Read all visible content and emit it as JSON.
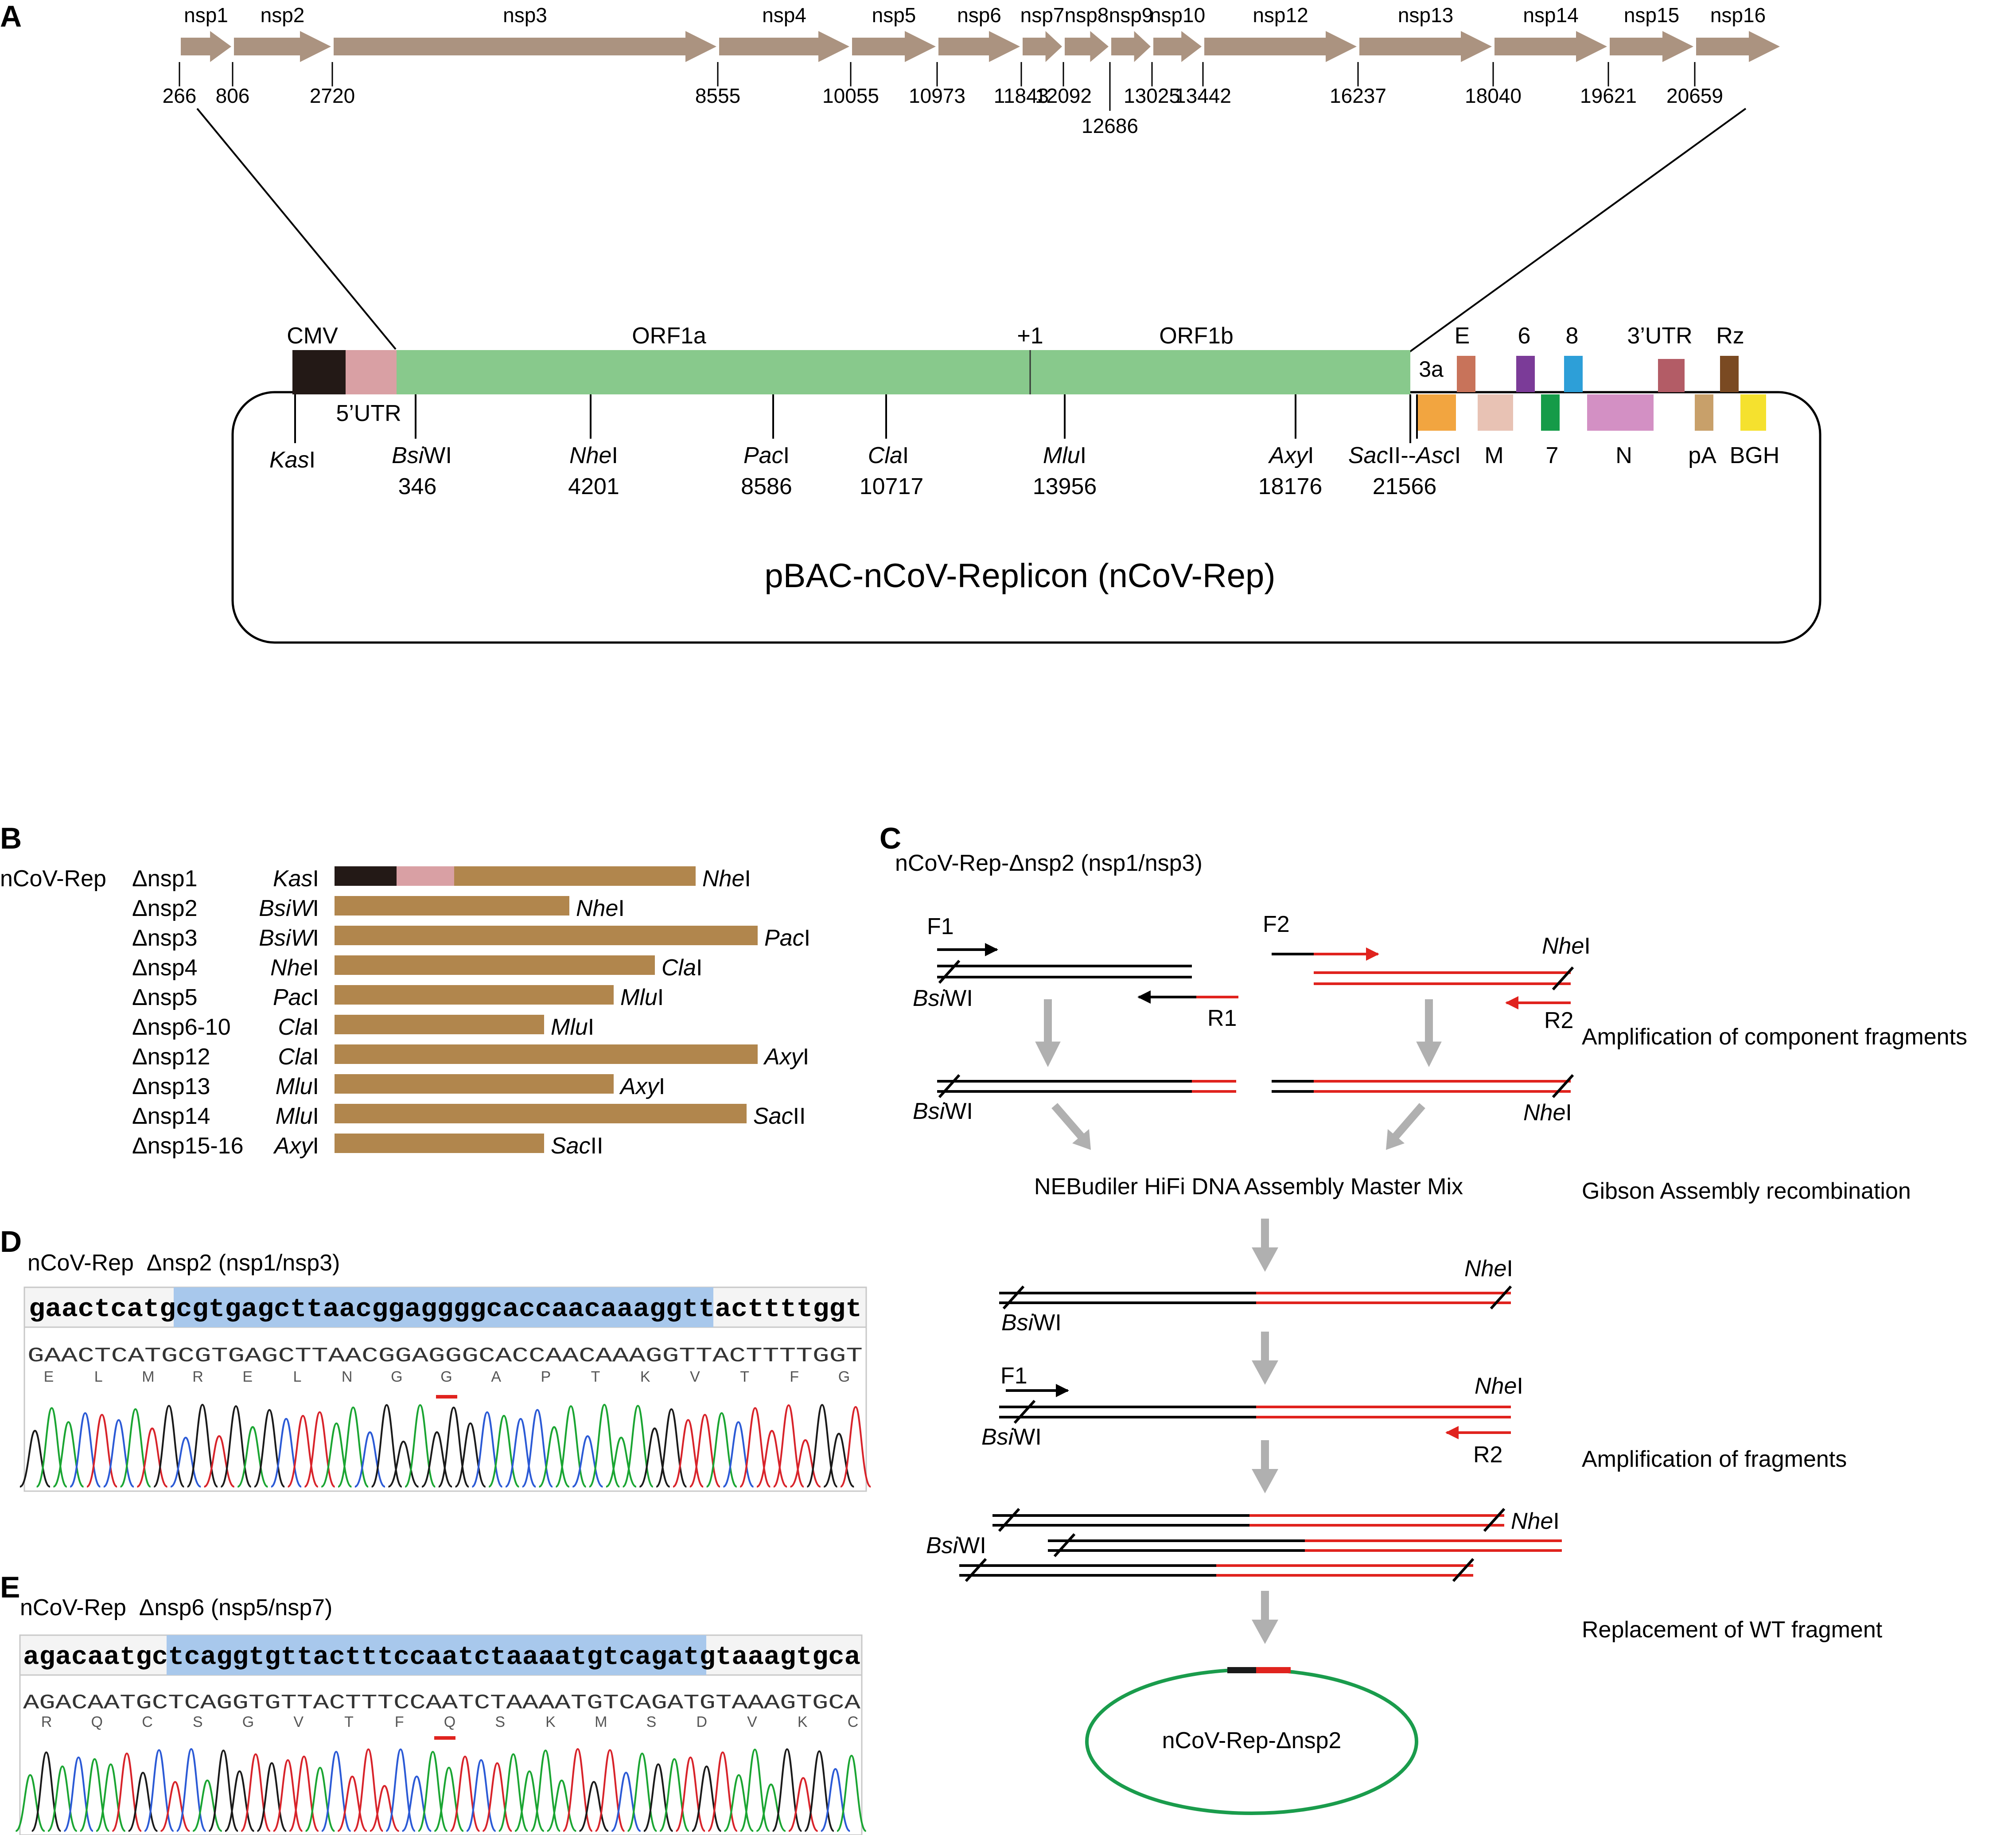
{
  "panels": {
    "A": "A",
    "B": "B",
    "C": "C",
    "D": "D",
    "E": "E"
  },
  "panel_a": {
    "nsp_labels": [
      "nsp1",
      "nsp2",
      "nsp3",
      "nsp4",
      "nsp5",
      "nsp6",
      "nsp7",
      "nsp8",
      "nsp9",
      "nsp10",
      "nsp12",
      "nsp13",
      "nsp14",
      "nsp15",
      "nsp16"
    ],
    "positions": [
      "266",
      "806",
      "2720",
      "8555",
      "10055",
      "10973",
      "11843",
      "12092",
      "12686",
      "13025",
      "13442",
      "16237",
      "18040",
      "19621",
      "20659"
    ],
    "genome": {
      "cmv": "CMV",
      "utr5": "5’UTR",
      "orf1a": "ORF1a",
      "frameshift": "+1",
      "orf1b": "ORF1b",
      "genes_top": [
        "3a",
        "E",
        "6",
        "8",
        "3’UTR",
        "Rz"
      ],
      "genes_bottom": [
        "M",
        "7",
        "N",
        "pA",
        "BGH"
      ]
    },
    "sites": [
      {
        "enzyme": "KasI",
        "position": ""
      },
      {
        "enzyme": "BsiWI",
        "position": "346"
      },
      {
        "enzyme": "NheI",
        "position": "4201"
      },
      {
        "enzyme": "PacI",
        "position": "8586"
      },
      {
        "enzyme": "ClaI",
        "position": "10717"
      },
      {
        "enzyme": "MluI",
        "position": "13956"
      },
      {
        "enzyme": "AxyI",
        "position": "18176"
      },
      {
        "enzyme": "SacII--AscI",
        "position": "21566"
      }
    ],
    "plasmid": "pBAC-nCoV-Replicon (nCoV-Rep)",
    "colors": {
      "nsp": "#ab9380",
      "cmv": "#231916",
      "utr5": "#d9a0a4",
      "orf": "#88c98c",
      "3a": "#f2a540",
      "E": "#c8735a",
      "M": "#e8c2b4",
      "6": "#7b3b98",
      "7": "#159b48",
      "8": "#2d9fd8",
      "N": "#d390c4",
      "3utr": "#b35c66",
      "pA": "#c8a06a",
      "Rz": "#7a4a22",
      "BGH": "#f5e12e"
    }
  },
  "panel_b": {
    "construct": "nCoV-Rep",
    "rows": [
      {
        "name": "Δnsp1",
        "left": "KasI",
        "right": "NheI"
      },
      {
        "name": "Δnsp2",
        "left": "BsiWI",
        "right": "NheI"
      },
      {
        "name": "Δnsp3",
        "left": "BsiWI",
        "right": "PacI"
      },
      {
        "name": "Δnsp4",
        "left": "NheI",
        "right": "ClaI"
      },
      {
        "name": "Δnsp5",
        "left": "PacI",
        "right": "MluI"
      },
      {
        "name": "Δnsp6-10",
        "left": "ClaI",
        "right": "MluI"
      },
      {
        "name": "Δnsp12",
        "left": "ClaI",
        "right": "AxyI"
      },
      {
        "name": "Δnsp13",
        "left": "MluI",
        "right": "AxyI"
      },
      {
        "name": "Δnsp14",
        "left": "MluI",
        "right": "SacII"
      },
      {
        "name": "Δnsp15-16",
        "left": "AxyI",
        "right": "SacII"
      }
    ],
    "bar_color": "#b1864d"
  },
  "panel_c": {
    "title": "nCoV-Rep-Δnsp2 (nsp1/nsp3)",
    "primers": [
      "F1",
      "F2",
      "R1",
      "R2"
    ],
    "sites": [
      "BsiWI",
      "NheI"
    ],
    "mix": "NEBudiler HiFi DNA Assembly Master Mix",
    "steps": [
      "Amplification of component fragments",
      "Gibson Assembly recombination",
      "Amplification of fragments",
      "Replacement of WT fragment"
    ],
    "plasmid": "nCoV-Rep-Δnsp2"
  },
  "panel_d": {
    "title": "nCoV-Rep  Δnsp2 (nsp1/nsp3)",
    "seq_left": "gaactcatg",
    "seq_mid": "cgtgagcttaacggaggggcaccaacaaaggtt",
    "seq_right": "acttttggt",
    "read": "GAACTCATGCGTGAGCTTAACGGAGGGCACCAACAAAGGTTACTTTTGGT",
    "aa": [
      "E",
      "L",
      "M",
      "R",
      "E",
      "L",
      "N",
      "G",
      "G",
      "A",
      "P",
      "T",
      "K",
      "V",
      "T",
      "F",
      "G"
    ]
  },
  "panel_e": {
    "title": "nCoV-Rep  Δnsp6 (nsp5/nsp7)",
    "seq_left": "agacaatgc",
    "seq_mid": "tcaggtgttactttccaatctaaaatgtcagat",
    "seq_right": "gtaaagtgca",
    "read": "AGACAATGCTCAGGTGTTACTTTCCAATCTAAAATGTCAGATGTAAAGTGCA",
    "aa": [
      "R",
      "Q",
      "C",
      "S",
      "G",
      "V",
      "T",
      "F",
      "Q",
      "S",
      "K",
      "M",
      "S",
      "D",
      "V",
      "K",
      "C"
    ]
  }
}
